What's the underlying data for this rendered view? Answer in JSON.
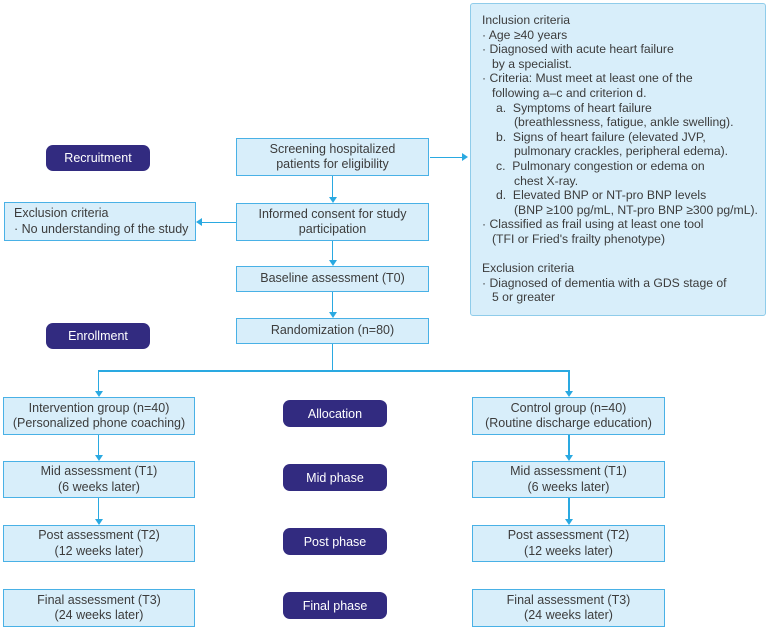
{
  "palette": {
    "box_fill": "#d8eefa",
    "box_border": "#49b1e6",
    "panel_border": "#8fccea",
    "pill_bg": "#322b80",
    "pill_text": "#ffffff",
    "arrow": "#2aa9e1",
    "text": "#3c3c3c"
  },
  "phase_labels": {
    "recruitment": "Recruitment",
    "enrollment": "Enrollment",
    "allocation": "Allocation",
    "mid_phase": "Mid phase",
    "post_phase": "Post phase",
    "final_phase": "Final phase"
  },
  "flow": {
    "screening": {
      "line1": "Screening hospitalized",
      "line2": "patients for eligibility"
    },
    "exclusion_note": {
      "line1": "Exclusion criteria",
      "line2": "· No understanding of the study"
    },
    "consent": {
      "line1": "Informed consent for study",
      "line2": "participation"
    },
    "baseline": {
      "line1": "Baseline assessment (T0)"
    },
    "randomization": {
      "line1": "Randomization (n=80)"
    },
    "intervention": {
      "line1": "Intervention group (n=40)",
      "line2": "(Personalized phone coaching)"
    },
    "control": {
      "line1": "Control group (n=40)",
      "line2": "(Routine discharge education)"
    },
    "mid_left": {
      "line1": "Mid assessment (T1)",
      "line2": "(6 weeks later)"
    },
    "mid_right": {
      "line1": "Mid assessment (T1)",
      "line2": "(6 weeks later)"
    },
    "post_left": {
      "line1": "Post assessment (T2)",
      "line2": "(12 weeks later)"
    },
    "post_right": {
      "line1": "Post assessment (T2)",
      "line2": "(12 weeks later)"
    },
    "final_left": {
      "line1": "Final assessment (T3)",
      "line2": "(24 weeks later)"
    },
    "final_right": {
      "line1": "Final assessment (T3)",
      "line2": "(24 weeks later)"
    }
  },
  "criteria_panel": {
    "lines": [
      {
        "t": "Inclusion criteria",
        "i": 0
      },
      {
        "t": "· Age ≥40 years",
        "i": 1
      },
      {
        "t": "· Diagnosed with acute heart failure",
        "i": 1
      },
      {
        "t": "by a specialist.",
        "i": 2
      },
      {
        "t": "· Criteria: Must meet at least one of the",
        "i": 1
      },
      {
        "t": "following a–c and criterion d.",
        "i": 2
      },
      {
        "t": "a.  Symptoms of heart failure",
        "i": 3
      },
      {
        "t": "(breathlessness, fatigue, ankle swelling).",
        "i": 4
      },
      {
        "t": "b.  Signs of heart failure (elevated JVP,",
        "i": 3
      },
      {
        "t": "pulmonary crackles, peripheral edema).",
        "i": 4
      },
      {
        "t": "c.  Pulmonary congestion or edema on",
        "i": 3
      },
      {
        "t": "chest X-ray.",
        "i": 4
      },
      {
        "t": "d.  Elevated BNP or NT-pro BNP levels",
        "i": 3
      },
      {
        "t": "(BNP ≥100 pg/mL, NT-pro BNP ≥300 pg/mL).",
        "i": 4
      },
      {
        "t": "· Classified as frail using at least one tool",
        "i": 1
      },
      {
        "t": "(TFI or Fried's frailty phenotype)",
        "i": 2
      },
      {
        "t": "",
        "i": 0
      },
      {
        "t": "Exclusion criteria",
        "i": 0
      },
      {
        "t": "· Diagnosed of dementia with a GDS stage of",
        "i": 1
      },
      {
        "t": "5 or greater",
        "i": 2
      }
    ]
  }
}
